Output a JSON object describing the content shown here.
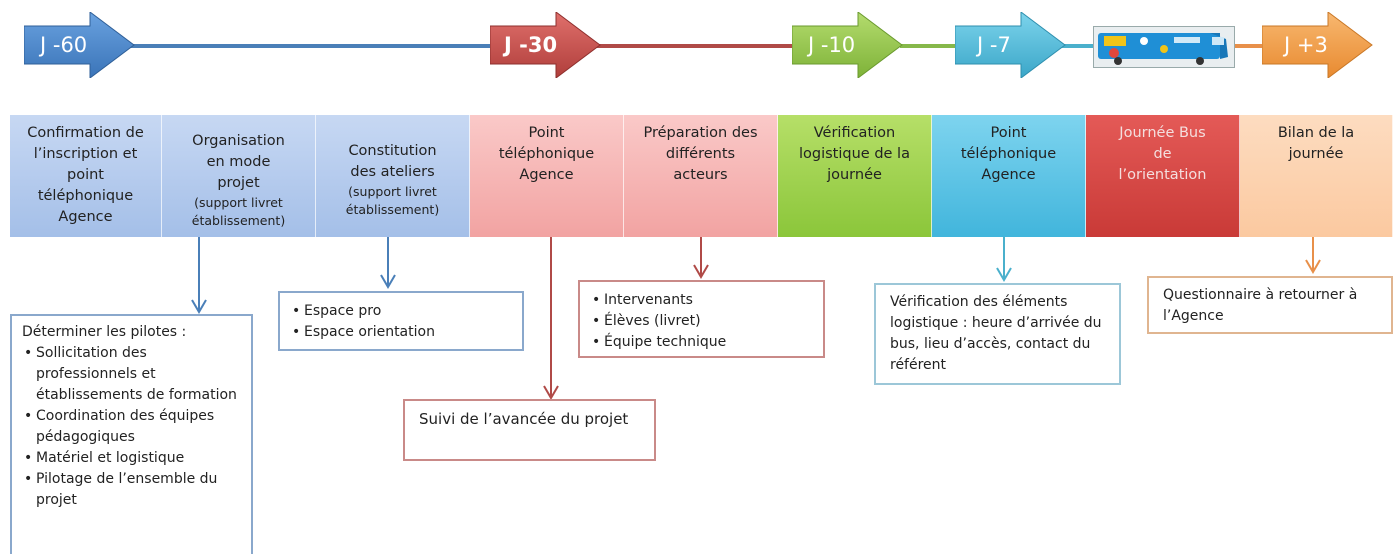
{
  "timeline": {
    "milestones": [
      {
        "label": "J -60",
        "color": "#4a86c8"
      },
      {
        "label": "J -30",
        "color": "#c0504d"
      },
      {
        "label": "J -10",
        "color": "#92c84a"
      },
      {
        "label": "J -7",
        "color": "#4ab8d8"
      },
      {
        "label": "J +3",
        "color": "#f29a40"
      }
    ],
    "bus_image_label": "le bus de l'orientation"
  },
  "steps": [
    {
      "text": "Confirmation de l’inscription et point téléphonique Agence",
      "note": ""
    },
    {
      "text": "Organisation en mode projet",
      "note": "(support livret établissement)"
    },
    {
      "text": "Constitution des ateliers",
      "note": "(support livret établissement)"
    },
    {
      "text": "Point téléphonique Agence",
      "note": ""
    },
    {
      "text": "Préparation des différents acteurs",
      "note": ""
    },
    {
      "text": "Vérification logistique de la journée",
      "note": ""
    },
    {
      "text": "Point téléphonique Agence",
      "note": ""
    },
    {
      "text": "Journée Bus de l’orientation",
      "note": ""
    },
    {
      "text": "Bilan de la journée",
      "note": ""
    }
  ],
  "details": {
    "pilotes": {
      "title": "Déterminer les pilotes :",
      "items": [
        "Sollicitation des professionnels et établissements de formation",
        "Coordination des équipes pédagogiques",
        "Matériel et logistique",
        "Pilotage de l’ensemble du projet"
      ]
    },
    "ateliers": {
      "items": [
        "Espace pro",
        "Espace orientation"
      ]
    },
    "suivi": {
      "text": "Suivi de l’avancée du projet"
    },
    "acteurs": {
      "items": [
        "Intervenants",
        "Élèves (livret)",
        "Équipe technique"
      ]
    },
    "logistique": {
      "text": "Vérification des éléments logistique : heure d’arrivée du bus, lieu d’accès, contact du référent"
    },
    "questionnaire": {
      "text": "Questionnaire à retourner à l’Agence"
    }
  }
}
